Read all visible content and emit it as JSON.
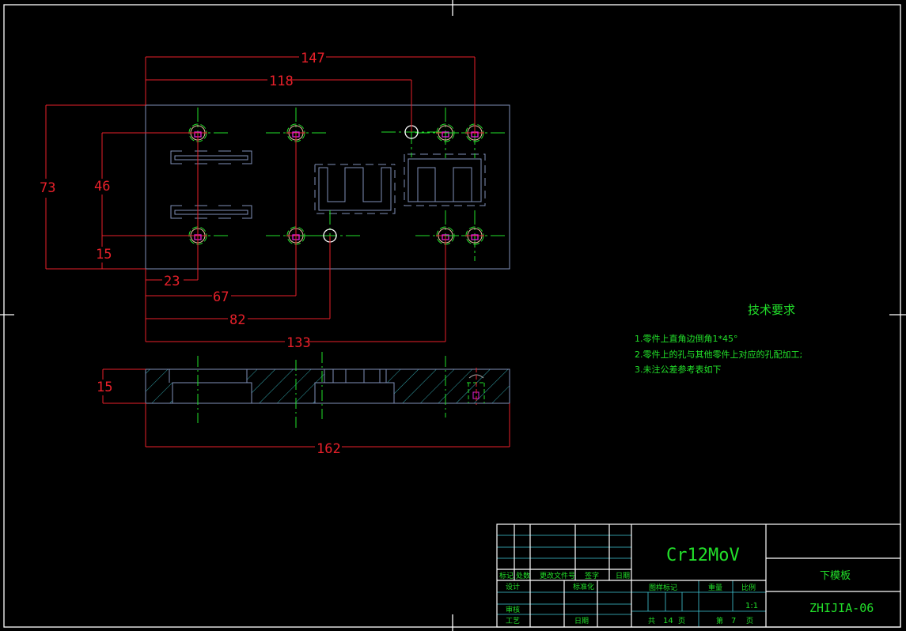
{
  "colors": {
    "background": "#000000",
    "frame": "#ffffff",
    "outline": "#8090b8",
    "dimension": "#e8202a",
    "centerline": "#22e02a",
    "hatch": "#40d0d8",
    "text": "#22e02a",
    "hole_marker": "#e020d8",
    "hole_ring": "#e8c0a0",
    "tb_cyan": "#40c8d8"
  },
  "drawing": {
    "top_view": {
      "horizontal_dimensions": [
        {
          "label": "147"
        },
        {
          "label": "118"
        },
        {
          "label": "23"
        },
        {
          "label": "67"
        },
        {
          "label": "82"
        },
        {
          "label": "133"
        }
      ],
      "vertical_dimensions": [
        {
          "label": "73"
        },
        {
          "label": "46"
        },
        {
          "label": "15"
        }
      ]
    },
    "section_view": {
      "height_dimension": {
        "label": "15"
      },
      "width_dimension": {
        "label": "162"
      }
    }
  },
  "technical_requirements": {
    "title": "技术要求",
    "items": [
      "1.零件上直角边倒角1*45°",
      "2.零件上的孔与其他零件上对应的孔配加工;",
      "3.未注公差参考表如下"
    ]
  },
  "title_block": {
    "material": "Cr12MoV",
    "part_name": "下模板",
    "drawing_number": "ZHIJIA-06",
    "revision_headers": [
      "标记",
      "处数",
      "更改文件号",
      "签字",
      "日期"
    ],
    "sign_rows": [
      {
        "label": "设计",
        "right_label": "标准化"
      },
      {
        "label": "",
        "right_label": ""
      },
      {
        "label": "审核",
        "right_label": ""
      },
      {
        "label": "工艺",
        "right_label": "日期"
      }
    ],
    "stage_mark_label": "图样标记",
    "weight_label": "重量",
    "scale_label": "比例",
    "scale_value": "1:1",
    "total_sheets_prefix": "共",
    "total_sheets": "14",
    "total_sheets_suffix": "页",
    "sheet_prefix": "第",
    "sheet_number": "7",
    "sheet_suffix": "页"
  }
}
